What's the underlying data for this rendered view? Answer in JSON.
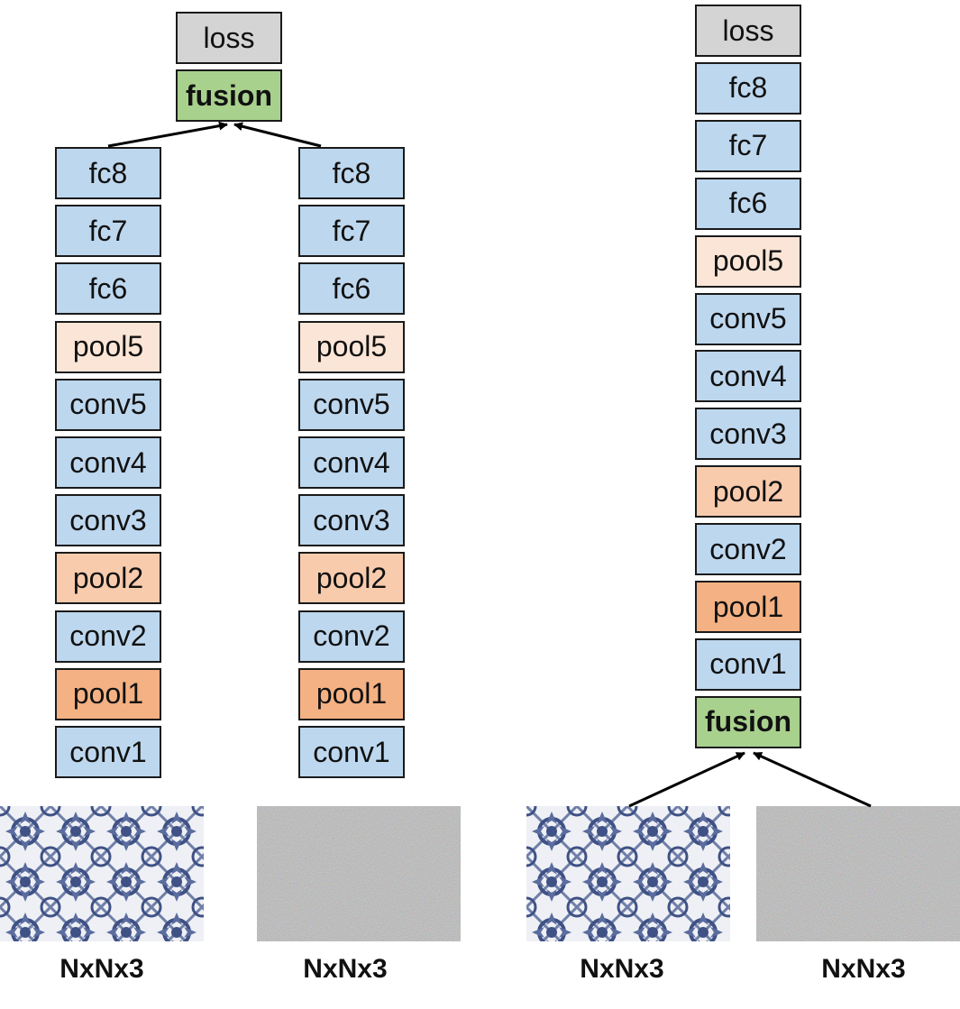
{
  "colors": {
    "loss": "#d4d4d4",
    "fusion": "#a9d18e",
    "fc": "#bdd7ee",
    "conv": "#bdd7ee",
    "pool5": "#fbe5d6",
    "pool2": "#f8cbad",
    "pool1": "#f4b183",
    "border": "#1a1a1a"
  },
  "left_diagram": {
    "top": {
      "loss": "loss",
      "fusion": "fusion"
    },
    "stream_a": [
      "fc8",
      "fc7",
      "fc6",
      "pool5",
      "conv5",
      "conv4",
      "conv3",
      "pool2",
      "conv2",
      "pool1",
      "conv1"
    ],
    "stream_b": [
      "fc8",
      "fc7",
      "fc6",
      "pool5",
      "conv5",
      "conv4",
      "conv3",
      "pool2",
      "conv2",
      "pool1",
      "conv1"
    ],
    "input_a_caption": "NxNx3",
    "input_b_caption": "NxNx3"
  },
  "right_diagram": {
    "stack": [
      "loss",
      "fc8",
      "fc7",
      "fc6",
      "pool5",
      "conv5",
      "conv4",
      "conv3",
      "pool2",
      "conv2",
      "pool1",
      "conv1",
      "fusion"
    ],
    "input_a_caption": "NxNx3",
    "input_b_caption": "NxNx3"
  }
}
